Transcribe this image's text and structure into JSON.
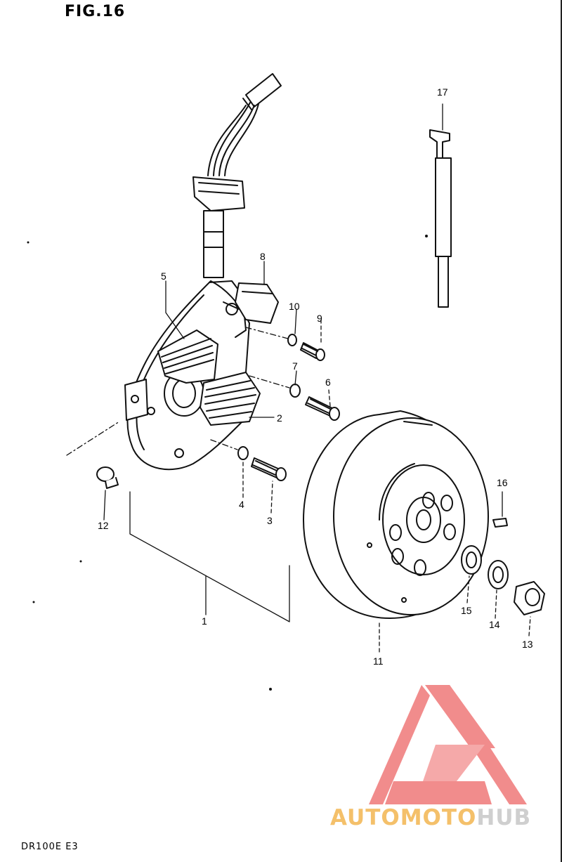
{
  "figure": {
    "title": "FIG.16",
    "model_code": "DR100E E3"
  },
  "brand": {
    "logo_text_primary": "AUTOMOTO",
    "logo_text_secondary": "HUB",
    "logo_color": "#f08080"
  },
  "callouts": [
    "1",
    "2",
    "3",
    "4",
    "5",
    "6",
    "7",
    "8",
    "9",
    "10",
    "11",
    "12",
    "13",
    "14",
    "15",
    "16",
    "17"
  ]
}
